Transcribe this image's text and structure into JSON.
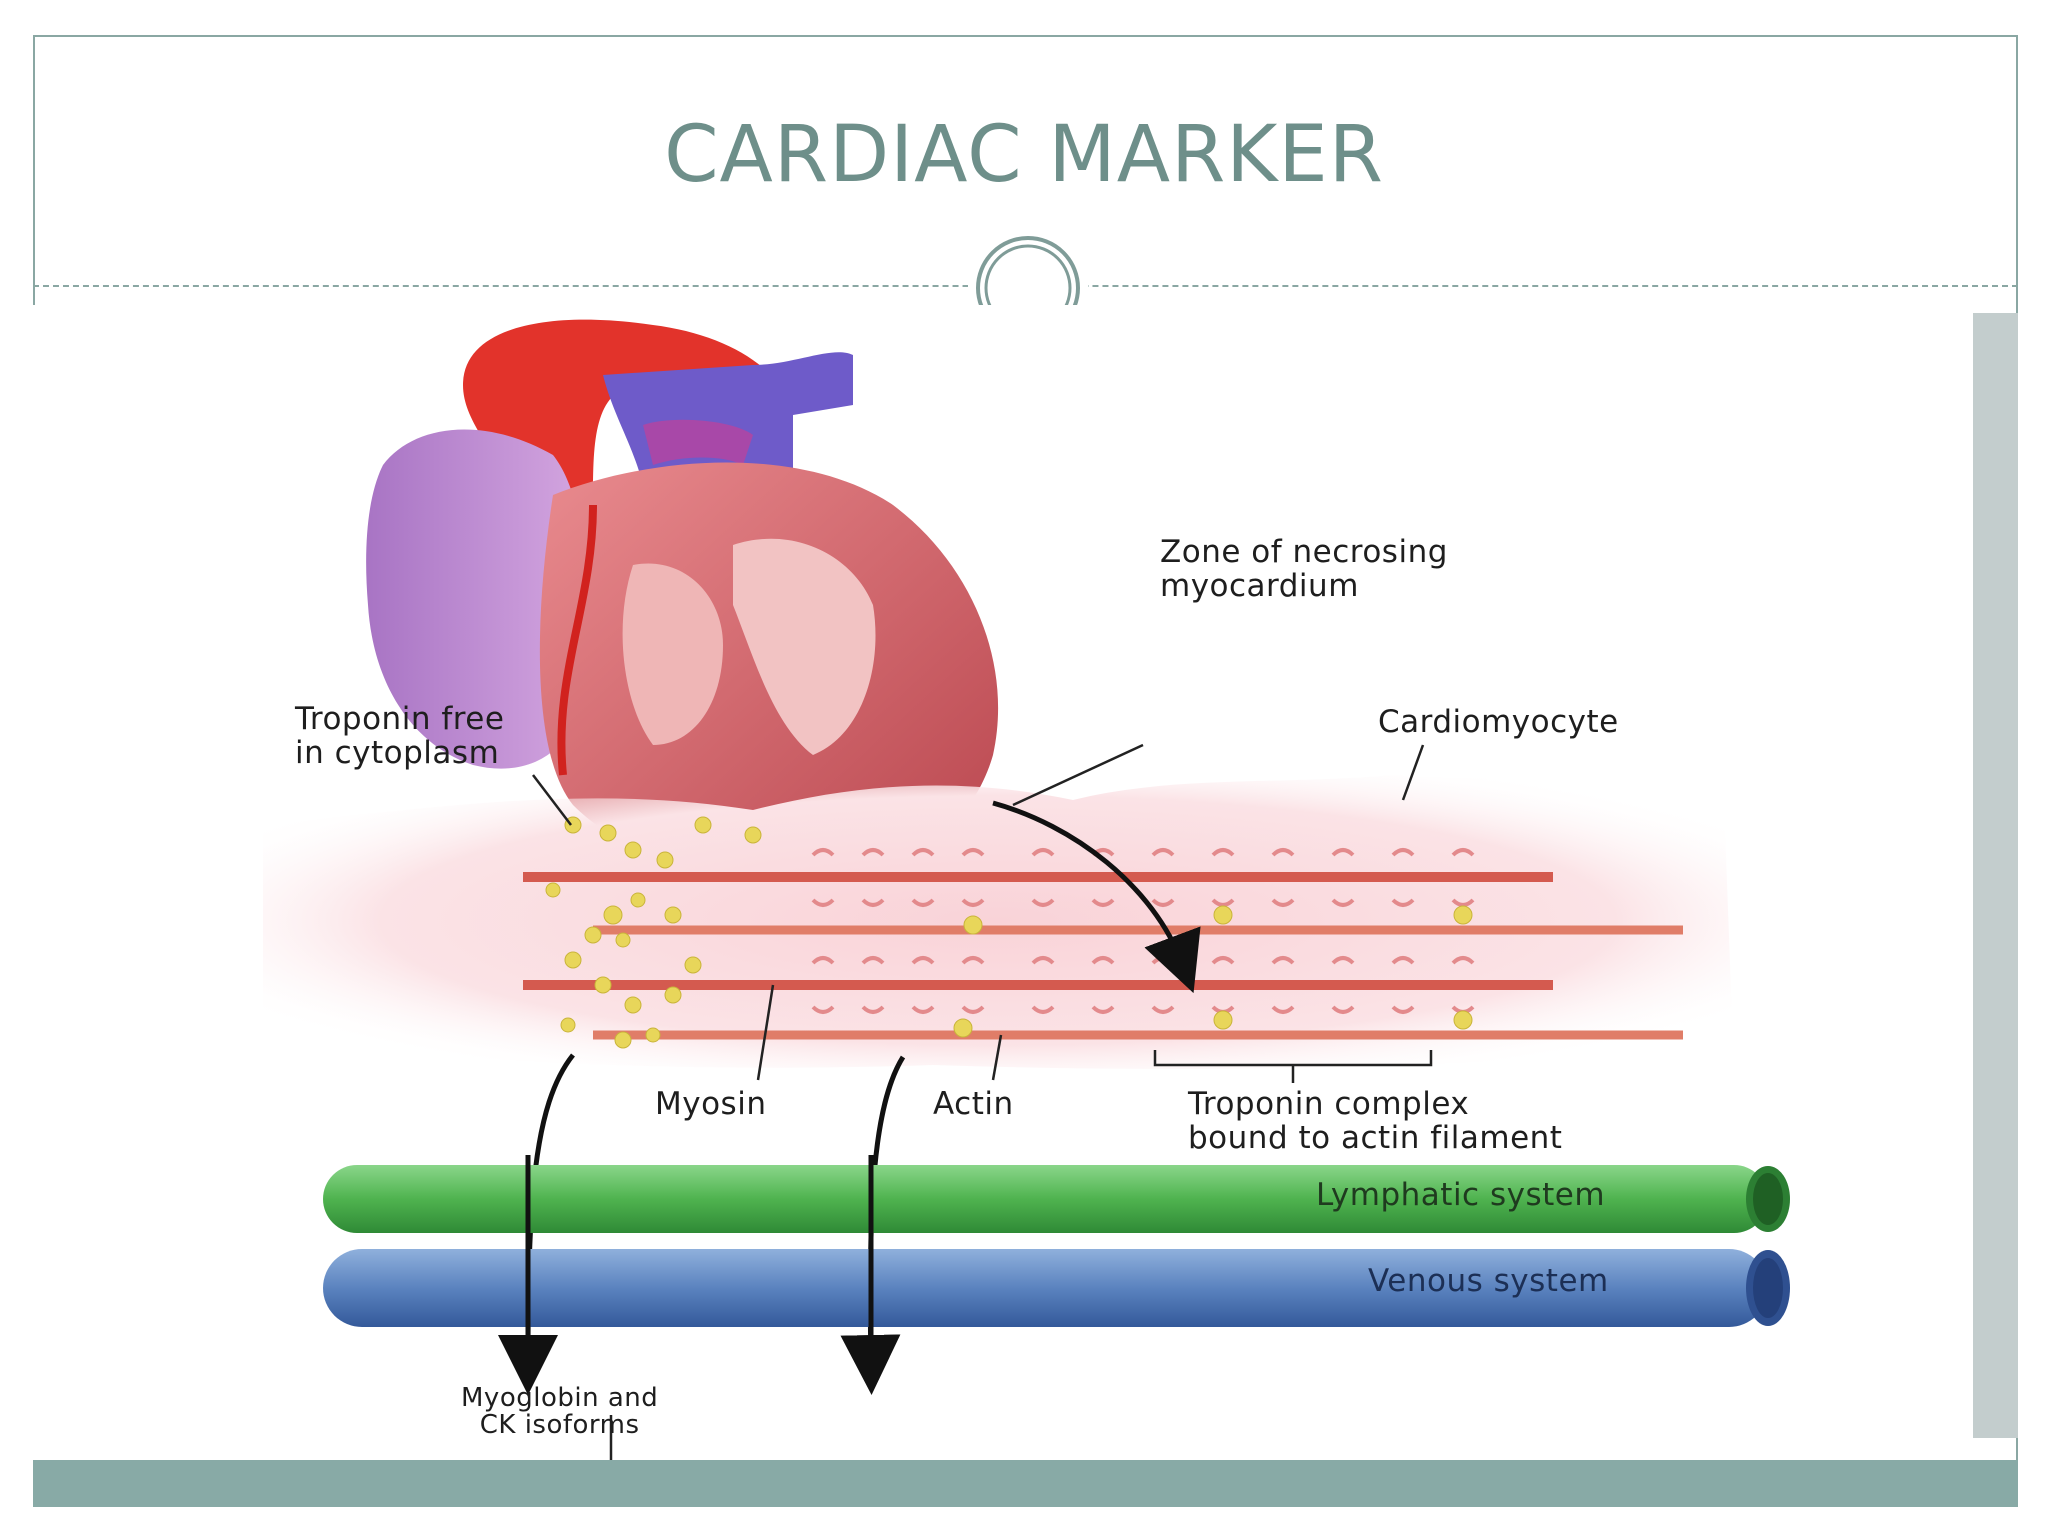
{
  "slide": {
    "title": "CARDIAC MARKER",
    "accent_color": "#6e8f8a",
    "bar_color": "#88aaa6"
  },
  "diagram": {
    "labels": {
      "zone_necrosing": [
        "Zone of necrosing",
        "myocardium"
      ],
      "troponin_free": [
        "Troponin free",
        "in cytoplasm"
      ],
      "cardiomyocyte": "Cardiomyocyte",
      "myosin": "Myosin",
      "actin": "Actin",
      "troponin_complex": [
        "Troponin complex",
        "bound to actin filament"
      ],
      "lymphatic_system": "Lymphatic system",
      "venous_system": "Venous system",
      "myoglobin": [
        "Myoglobin and",
        "CK isoforms"
      ]
    },
    "colors": {
      "lymphatic": "#4fb34f",
      "venous": "#5b83bf",
      "myocardium": "#d9646a",
      "troponin_dots": "#e8d65a",
      "cell_fill": "#fbe3e6"
    },
    "icons": [
      "heart-illustration",
      "curved-arrow",
      "down-arrow"
    ]
  }
}
